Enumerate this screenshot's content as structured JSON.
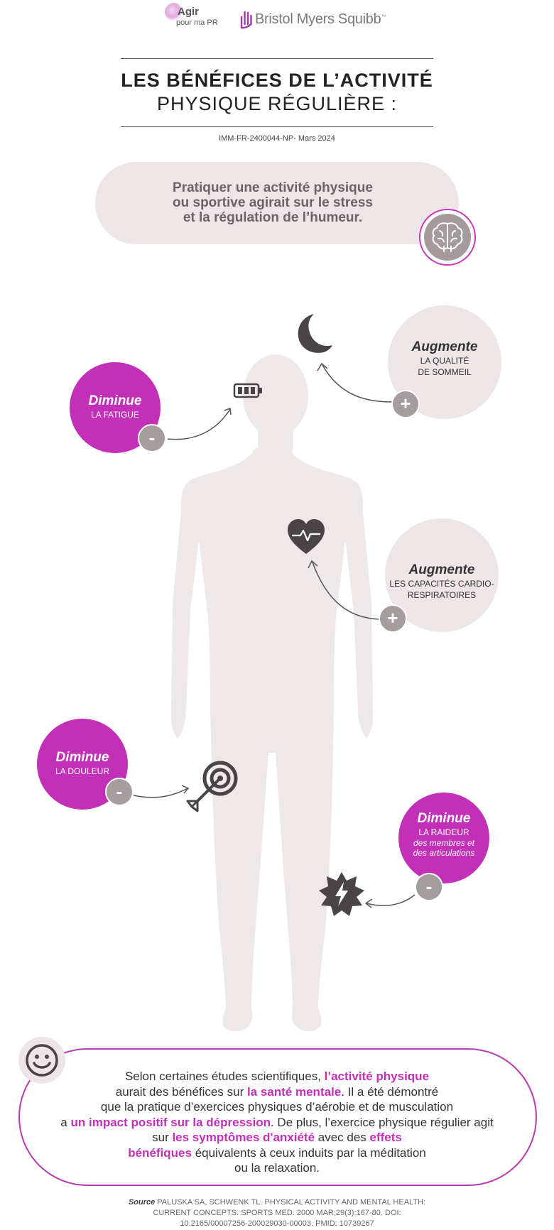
{
  "header": {
    "agir_line1": "Agir",
    "agir_line2": "pour ma PR",
    "bms_name": "Bristol Myers Squibb",
    "bms_tm": "™"
  },
  "title": {
    "line1": "LES BÉNÉFICES DE L’ACTIVITÉ",
    "line2": "PHYSIQUE RÉGULIÈRE :",
    "reference": "IMM-FR-2400044-NP- Mars 2024"
  },
  "intro": {
    "line1": "Pratiquer une activité physique",
    "line2": "ou sportive agirait sur le stress",
    "line3": "et la régulation de l’humeur."
  },
  "benefits": {
    "sleep": {
      "verb": "Augmente",
      "line1": "LA QUALITÉ",
      "line2": "DE SOMMEIL",
      "badge": "+"
    },
    "fatigue": {
      "verb": "Diminue",
      "line1": "LA FATIGUE",
      "badge": "-"
    },
    "cardio": {
      "verb": "Augmente",
      "line1": "LES CAPACITÉS CARDIO-",
      "line2": "RESPIRATOIRES",
      "badge": "+"
    },
    "pain": {
      "verb": "Diminue",
      "line1": "LA DOULEUR",
      "badge": "-"
    },
    "stiffness": {
      "verb": "Diminue",
      "line1": "LA RAIDEUR",
      "italic1": "des membres et",
      "italic2": "des articulations",
      "badge": "-"
    }
  },
  "conclusion": {
    "t1": "Selon certaines études scientifiques, ",
    "h1": "l’activité physique",
    "t2": "aurait des bénéfices sur ",
    "h2": "la santé mentale",
    "t3": ". Il a été démontré",
    "t4": "que la pratique d’exercices physiques d’aérobie et de musculation",
    "t5": "a ",
    "h3": "un impact positif sur la dépression",
    "t6": ". De plus, l’exercice physique régulier agit",
    "t7": "sur ",
    "h4": "les symptômes d'anxiété",
    "t8": " avec des ",
    "h5": "effets",
    "h6": "bénéfiques",
    "t9": " équivalents à ceux induits par la méditation",
    "t10": "ou la relaxation."
  },
  "source": {
    "label": "Source",
    "line1": " PALUSKA SA, SCHWENK TL. PHYSICAL ACTIVITY AND MENTAL HEALTH:",
    "line2": "CURRENT CONCEPTS. SPORTS MED. 2000 MAR;29(3):167-80. DOI:",
    "line3": "10.2165/00007256-200029030-00003. PMID: 10739267"
  },
  "colors": {
    "accent": "#c330b8",
    "grey_circle": "#ede5e6",
    "badge": "#a49c9d",
    "icon": "#4a4446",
    "silhouette": "#efe8e9"
  }
}
